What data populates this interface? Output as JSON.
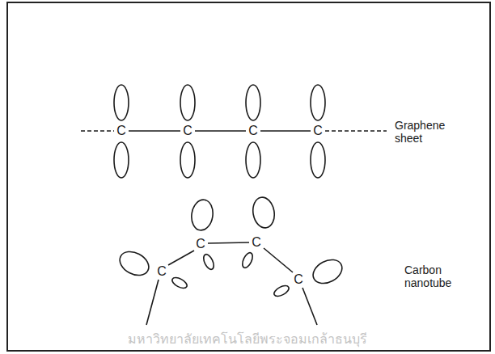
{
  "diagram": {
    "labels": [
      "C",
      "C",
      "C",
      "C",
      "Graphene sheet",
      "C",
      "C",
      "C",
      "C",
      "Carbon nanotube",
      "มหาวิทยาลัยเทคโนโลยีพระจอมเกล้าธนบุรี"
    ]
  }
}
